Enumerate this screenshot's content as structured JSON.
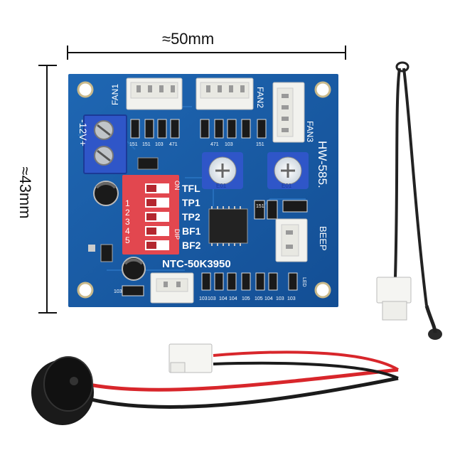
{
  "dimensions": {
    "width_label": "≈50mm",
    "height_label": "≈43mm"
  },
  "board": {
    "model": "HW-585.",
    "fan1": "FAN1",
    "fan2": "FAN2",
    "fan3": "FAN3",
    "power": "-12V+",
    "beep": "BEEP",
    "ntc": "NTC-50K3950",
    "led": "LED",
    "dip_on": "ON",
    "dip_dip": "DIP",
    "dip_numbers": [
      "1",
      "2",
      "3",
      "4",
      "5"
    ],
    "switch_labels": [
      "TFL",
      "TP1",
      "TP2",
      "BF1",
      "BF2"
    ],
    "resistor_codes": [
      "151",
      "151",
      "103",
      "471",
      "471",
      "103",
      "151",
      "103",
      "103",
      "103",
      "104",
      "104",
      "105",
      "105",
      "104",
      "103",
      "103",
      "151"
    ],
    "pot_labels": [
      "E01",
      "E01"
    ]
  },
  "colors": {
    "pcb": "#1c5fa8",
    "dip_switch": "#e2474f",
    "terminal": "#2f56c8",
    "connector": "#f2f2ee"
  }
}
